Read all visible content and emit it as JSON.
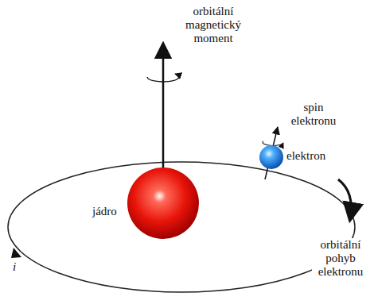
{
  "diagram": {
    "labels": [
      "orbitální magnetický moment",
      "spin elektronu",
      "elektron",
      "jádro",
      "orbitální pohyb elektronu",
      "i"
    ]
  }
}
